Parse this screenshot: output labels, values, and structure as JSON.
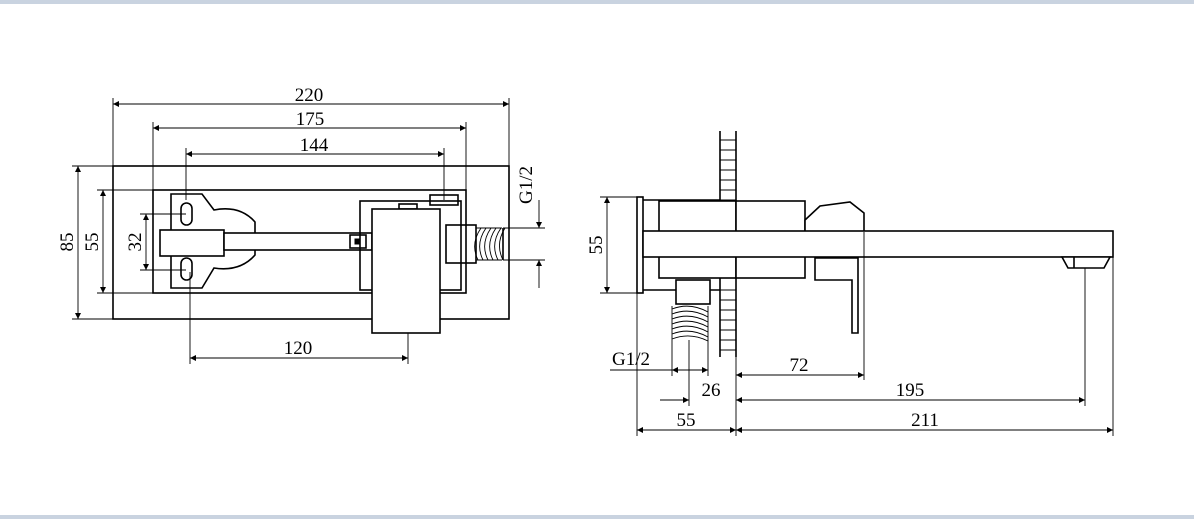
{
  "front_view": {
    "dimensions": {
      "overall_width": "220",
      "plate_width": "175",
      "fixing_centers": "144",
      "spout_to_lever": "120",
      "overall_height": "85",
      "plate_height": "55",
      "fixing_vertical": "32",
      "thread": "G1/2"
    }
  },
  "side_view": {
    "dimensions": {
      "body_height": "55",
      "thread": "G1/2",
      "thread_offset": "26",
      "lever_reach": "72",
      "spout_reach": "195",
      "wall_depth": "55",
      "total_projection": "211"
    }
  }
}
